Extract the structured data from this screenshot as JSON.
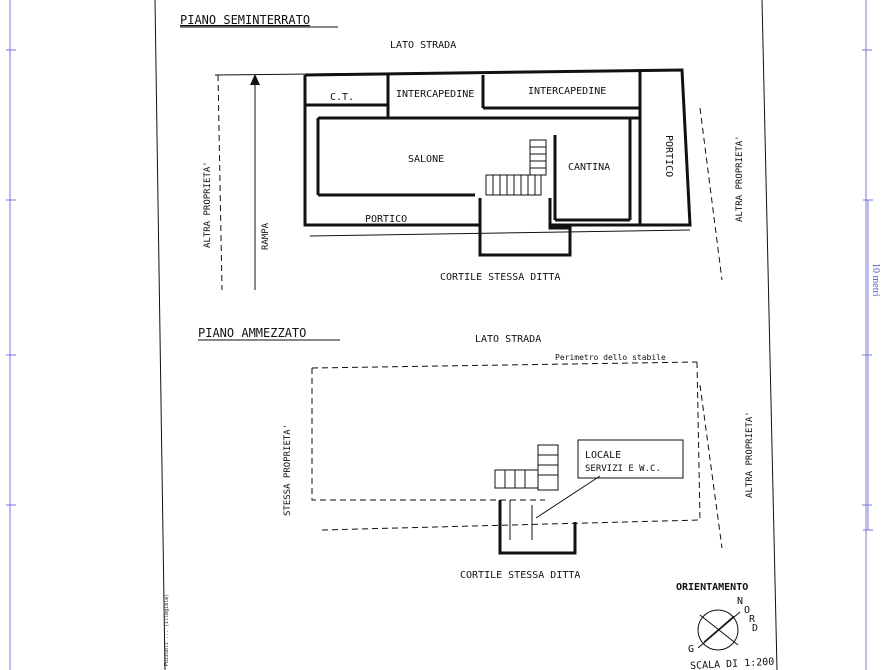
{
  "sheet": {
    "scale_bar_label": "10 metri",
    "side_note": "Pozzuoli ... (illegible)"
  },
  "basement": {
    "title": "PIANO SEMINTERRATO",
    "street_label": "LATO STRADA",
    "left_property": "ALTRA PROPRIETA'",
    "ramp": "RAMPA",
    "right_property": "ALTRA PROPRIETA'",
    "rooms": {
      "ct": "C.T.",
      "intercapedine_left": "INTERCAPEDINE",
      "intercapedine_right": "INTERCAPEDINE",
      "salone": "SALONE",
      "cantina": "CANTINA",
      "portico_bottom": "PORTICO",
      "portico_right": "PORTICO"
    },
    "courtyard": "CORTILE STESSA DITTA"
  },
  "mezzanine": {
    "title": "PIANO AMMEZZATO",
    "street_label": "LATO STRADA",
    "perimeter": "Perimetro dello stabile",
    "left_property": "STESSA PROPRIETA'",
    "right_property": "ALTRA PROPRIETA'",
    "room_line1": "LOCALE",
    "room_line2": "SERVIZI E W.C.",
    "courtyard": "CORTILE STESSA DITTA"
  },
  "orientation": {
    "title": "ORIENTAMENTO",
    "nord_letters": [
      "N",
      "O",
      "R",
      "D"
    ],
    "west_letter": "G",
    "scale": "SCALA DI 1:200"
  }
}
